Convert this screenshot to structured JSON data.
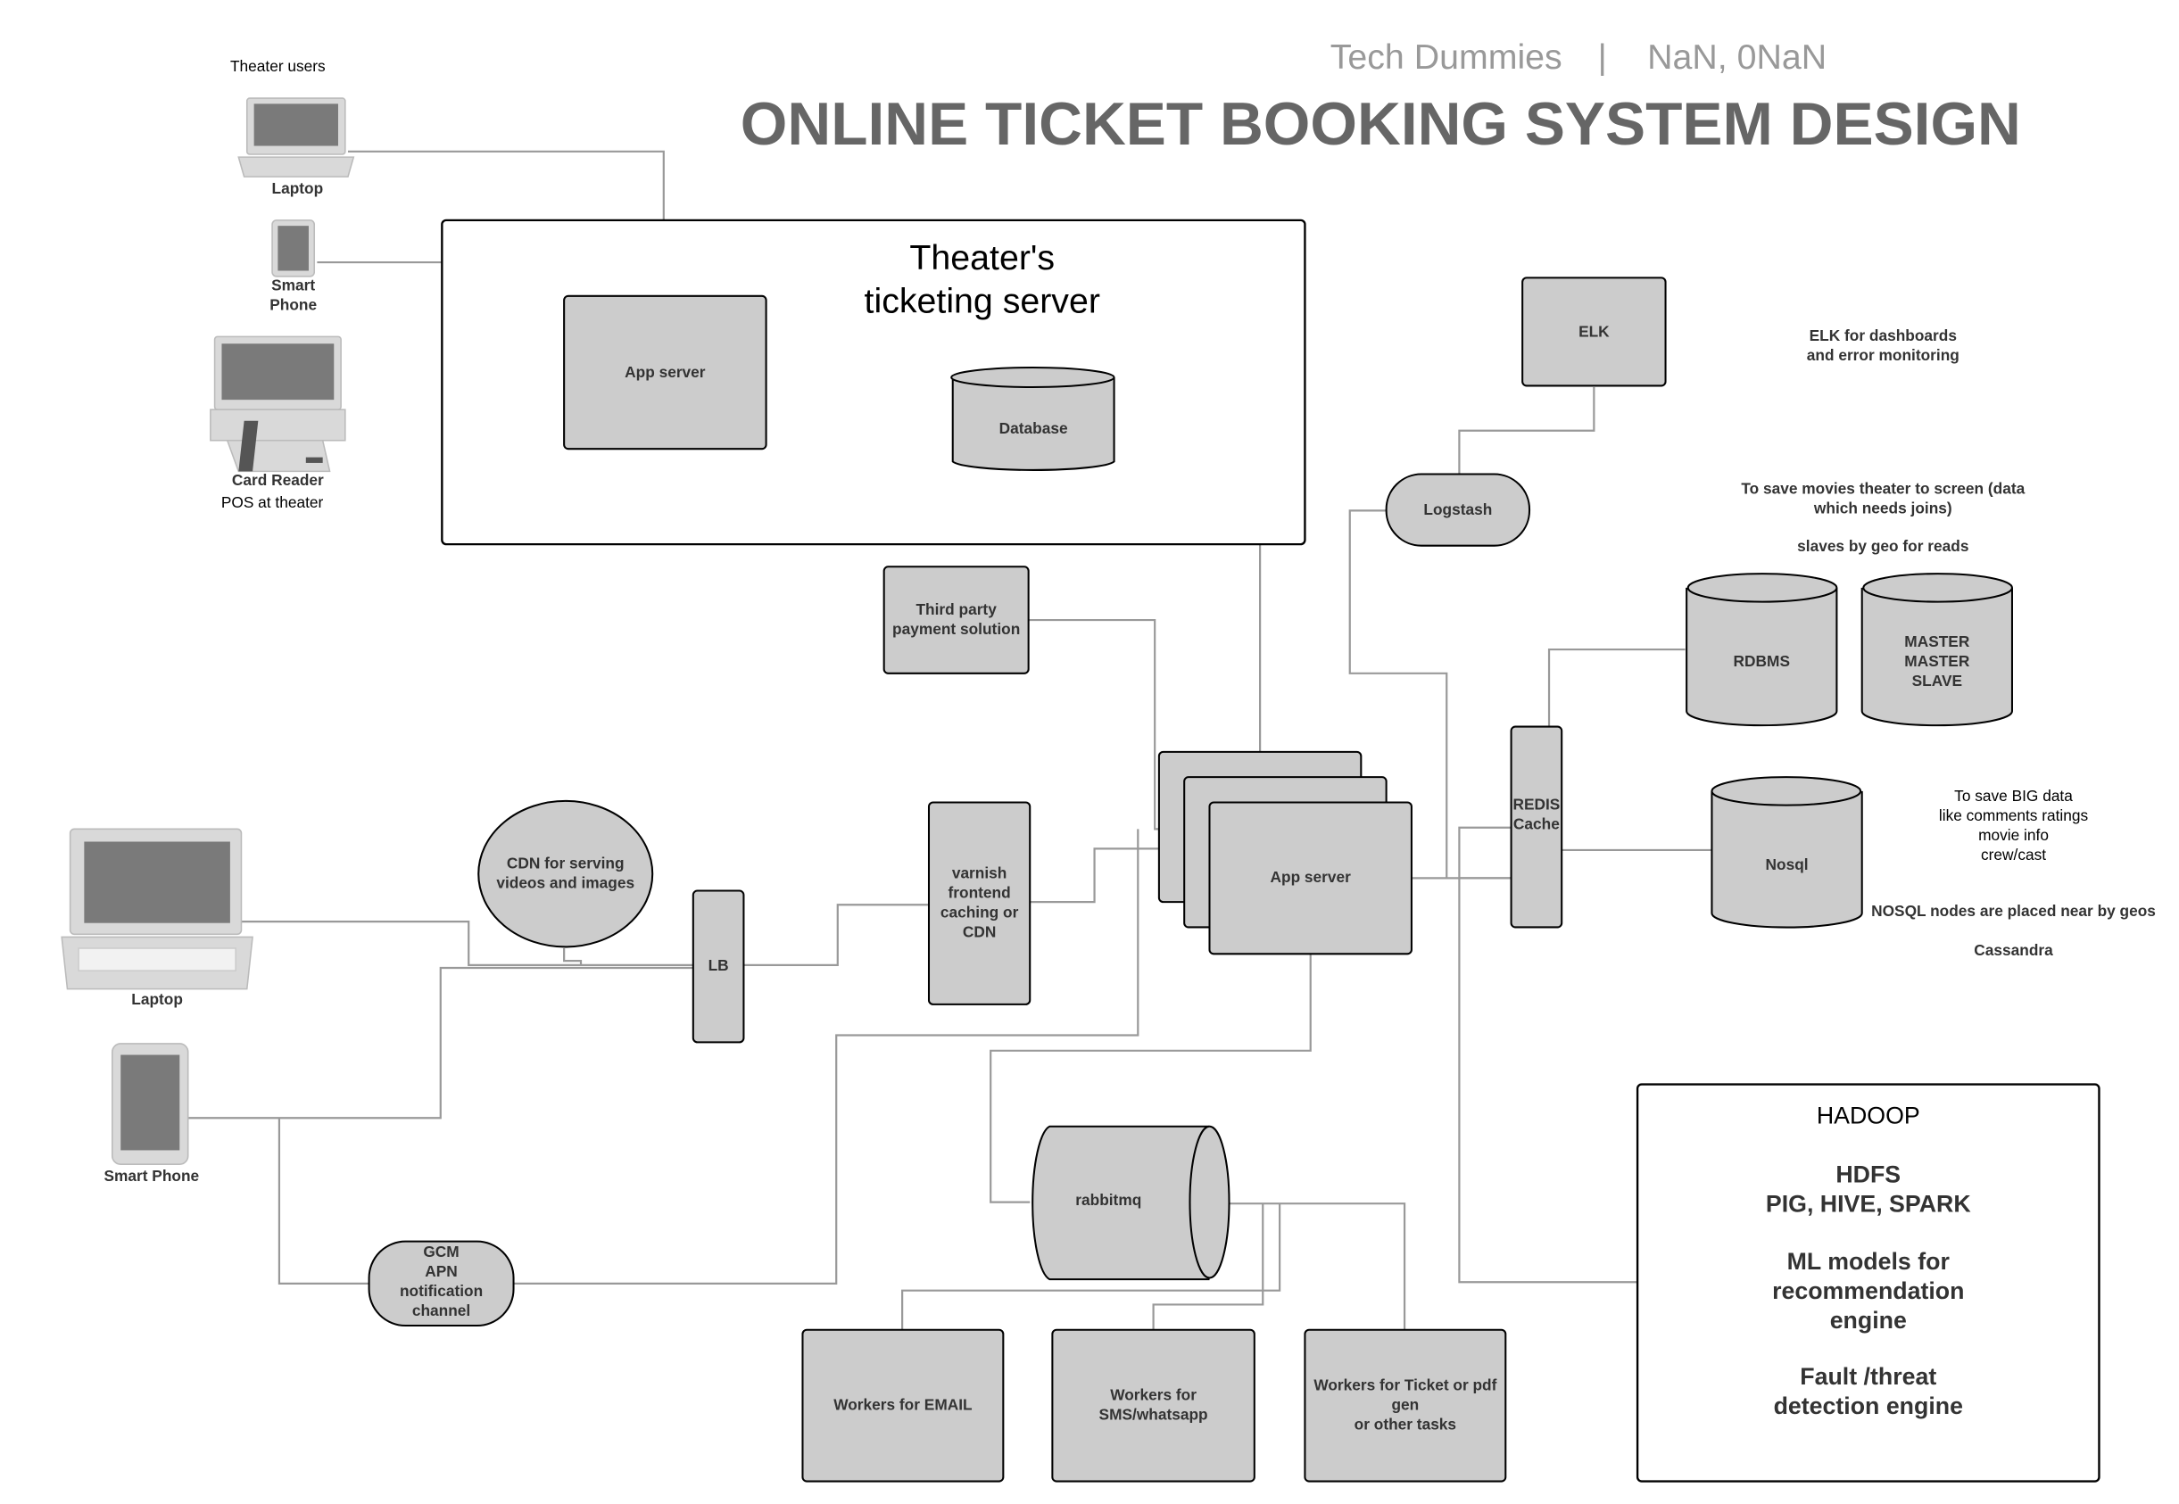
{
  "header": {
    "brand": "Tech Dummies",
    "separator": "|",
    "date": "NaN, 0NaN",
    "title": "ONLINE TICKET BOOKING SYSTEM DESIGN"
  },
  "theater_users": {
    "heading": "Theater users",
    "laptop": "Laptop",
    "phone": "Smart\nPhone",
    "card_reader": "Card Reader",
    "pos": "POS at theater"
  },
  "theater_server": {
    "title": "Theater's\nticketing server",
    "app_server": "App server",
    "database": "Database"
  },
  "payment": "Third party\npayment solution",
  "elk": {
    "box": "ELK",
    "note": "ELK for  dashboards\nand error monitoring",
    "logstash": "Logstash"
  },
  "rdbms": {
    "note": "To save movies theater to screen  (data\nwhich needs joins)",
    "slaves_note": "slaves by geo for reads",
    "label": "RDBMS",
    "replication": "MASTER\nMASTER\nSLAVE"
  },
  "nosql": {
    "note": "To save BIG data\nlike comments ratings\nmovie info\ncrew/cast",
    "label": "Nosql",
    "geo_note": "NOSQL nodes are placed near by geos",
    "cassandra": "Cassandra"
  },
  "redis": "REDIS\nCache",
  "app_server": "App server",
  "varnish": "varnish\nfrontend\ncaching or\nCDN",
  "lb": "LB",
  "cdn": "CDN for serving\nvideos and images",
  "public_users": {
    "laptop": "Laptop",
    "phone": "Smart Phone"
  },
  "gcm": "GCM\nAPN\nnotification\nchannel",
  "rabbitmq": "rabbitmq",
  "workers": {
    "email": "Workers for EMAIL",
    "sms": "Workers for\nSMS/whatsapp",
    "ticket": "Workers for Ticket or pdf\ngen\nor  other tasks"
  },
  "hadoop": {
    "title": "HADOOP",
    "hdfs": "HDFS\nPIG, HIVE, SPARK",
    "ml": "ML models for\nrecommendation\nengine",
    "fault": "Fault /threat\ndetection engine"
  },
  "colors": {
    "box_fill": "#cccccc",
    "connector": "#999999",
    "title": "#666666",
    "header_gray": "#999999"
  }
}
